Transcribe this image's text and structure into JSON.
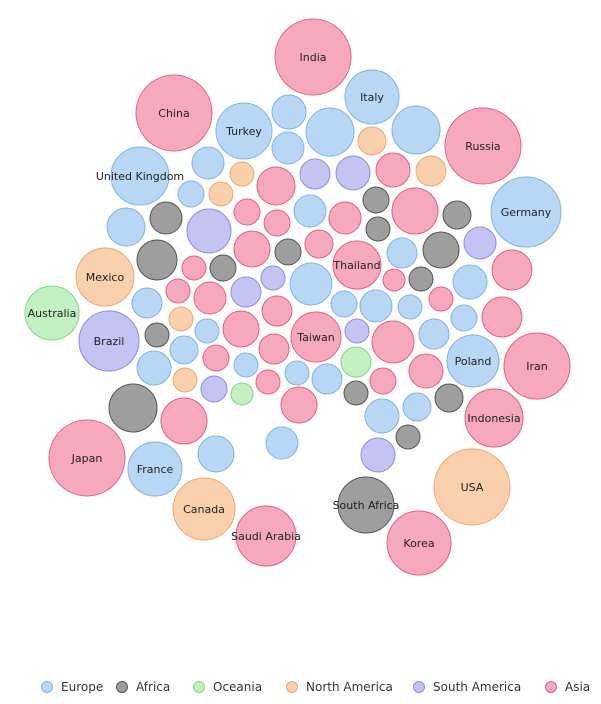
{
  "chart_data": {
    "type": "packed-bubble",
    "series": [
      {
        "name": "Europe",
        "color": "#b8d7f5",
        "stroke": "#7fb3e6",
        "points": [
          {
            "label": "Italy"
          },
          {
            "label": "Turkey"
          },
          {
            "label": "United Kingdom"
          },
          {
            "label": "Germany"
          },
          {
            "label": "Poland"
          },
          {
            "label": "France"
          },
          {
            "label": ""
          },
          {
            "label": ""
          },
          {
            "label": ""
          },
          {
            "label": ""
          },
          {
            "label": ""
          },
          {
            "label": ""
          },
          {
            "label": ""
          },
          {
            "label": ""
          },
          {
            "label": ""
          },
          {
            "label": ""
          },
          {
            "label": ""
          },
          {
            "label": ""
          },
          {
            "label": ""
          },
          {
            "label": ""
          },
          {
            "label": ""
          },
          {
            "label": ""
          },
          {
            "label": ""
          },
          {
            "label": ""
          },
          {
            "label": ""
          },
          {
            "label": ""
          },
          {
            "label": ""
          },
          {
            "label": ""
          },
          {
            "label": ""
          },
          {
            "label": ""
          },
          {
            "label": ""
          },
          {
            "label": ""
          },
          {
            "label": ""
          }
        ]
      },
      {
        "name": "Africa",
        "color": "#9e9e9e",
        "stroke": "#555555",
        "points": [
          {
            "label": "South Africa"
          },
          {
            "label": ""
          },
          {
            "label": ""
          },
          {
            "label": ""
          },
          {
            "label": ""
          },
          {
            "label": ""
          },
          {
            "label": ""
          },
          {
            "label": ""
          },
          {
            "label": ""
          },
          {
            "label": ""
          },
          {
            "label": ""
          },
          {
            "label": ""
          },
          {
            "label": ""
          },
          {
            "label": ""
          },
          {
            "label": ""
          }
        ]
      },
      {
        "name": "Oceania",
        "color": "#c2f0c2",
        "stroke": "#82d882",
        "points": [
          {
            "label": "Australia"
          },
          {
            "label": ""
          },
          {
            "label": ""
          }
        ]
      },
      {
        "name": "North America",
        "color": "#f9cfac",
        "stroke": "#eba878",
        "points": [
          {
            "label": "USA"
          },
          {
            "label": "Mexico"
          },
          {
            "label": "Canada"
          },
          {
            "label": ""
          },
          {
            "label": ""
          },
          {
            "label": ""
          },
          {
            "label": ""
          },
          {
            "label": ""
          },
          {
            "label": ""
          }
        ]
      },
      {
        "name": "South America",
        "color": "#c4c4f3",
        "stroke": "#8d8de0",
        "points": [
          {
            "label": "Brazil"
          },
          {
            "label": ""
          },
          {
            "label": ""
          },
          {
            "label": ""
          },
          {
            "label": ""
          },
          {
            "label": ""
          },
          {
            "label": ""
          },
          {
            "label": ""
          },
          {
            "label": ""
          },
          {
            "label": ""
          }
        ]
      },
      {
        "name": "Asia",
        "color": "#f6a9bd",
        "stroke": "#e45f84",
        "points": [
          {
            "label": "India"
          },
          {
            "label": "China"
          },
          {
            "label": "Russia"
          },
          {
            "label": "Iran"
          },
          {
            "label": "Japan"
          },
          {
            "label": "Indonesia"
          },
          {
            "label": "Korea"
          },
          {
            "label": "Saudi Arabia"
          },
          {
            "label": "Thailand"
          },
          {
            "label": "Taiwan"
          },
          {
            "label": ""
          },
          {
            "label": ""
          },
          {
            "label": ""
          },
          {
            "label": ""
          },
          {
            "label": ""
          },
          {
            "label": ""
          },
          {
            "label": ""
          },
          {
            "label": ""
          },
          {
            "label": ""
          },
          {
            "label": ""
          },
          {
            "label": ""
          },
          {
            "label": ""
          },
          {
            "label": ""
          },
          {
            "label": ""
          },
          {
            "label": ""
          },
          {
            "label": ""
          },
          {
            "label": ""
          },
          {
            "label": ""
          },
          {
            "label": ""
          },
          {
            "label": ""
          },
          {
            "label": ""
          },
          {
            "label": ""
          },
          {
            "label": ""
          },
          {
            "label": ""
          },
          {
            "label": ""
          }
        ]
      }
    ],
    "legend_position": "bottom"
  }
}
